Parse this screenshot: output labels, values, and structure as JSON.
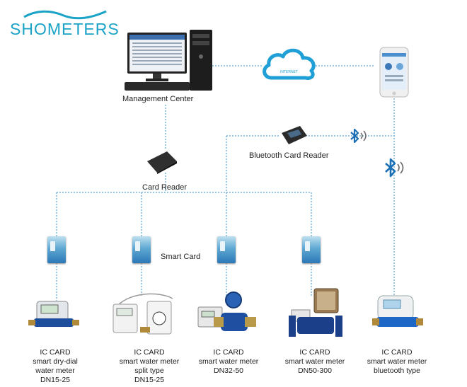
{
  "brand": {
    "logo_text": "SHOMETERS",
    "accent": "#1aa3c7"
  },
  "nodes": {
    "management_center": "Management Center",
    "internet": "INTERNET",
    "bluetooth_card_reader": "Bluetooth Card Reader",
    "card_reader": "Card Reader",
    "smart_card": "Smart Card"
  },
  "meters": [
    {
      "title": "IC CARD",
      "lines": [
        "smart dry-dial",
        "water meter",
        "DN15-25"
      ]
    },
    {
      "title": "IC CARD",
      "lines": [
        "smart water meter",
        "split type",
        "DN15-25"
      ]
    },
    {
      "title": "IC CARD",
      "lines": [
        "smart water meter",
        "DN32-50",
        ""
      ]
    },
    {
      "title": "IC CARD",
      "lines": [
        "smart water meter",
        "DN50-300",
        ""
      ]
    },
    {
      "title": "IC CARD",
      "lines": [
        "smart water meter",
        "bluetooth type",
        ""
      ]
    }
  ],
  "colors": {
    "link": "#3a8fc0",
    "bluetooth": "#1b6fb5",
    "cloud": "#1f9fd6"
  }
}
